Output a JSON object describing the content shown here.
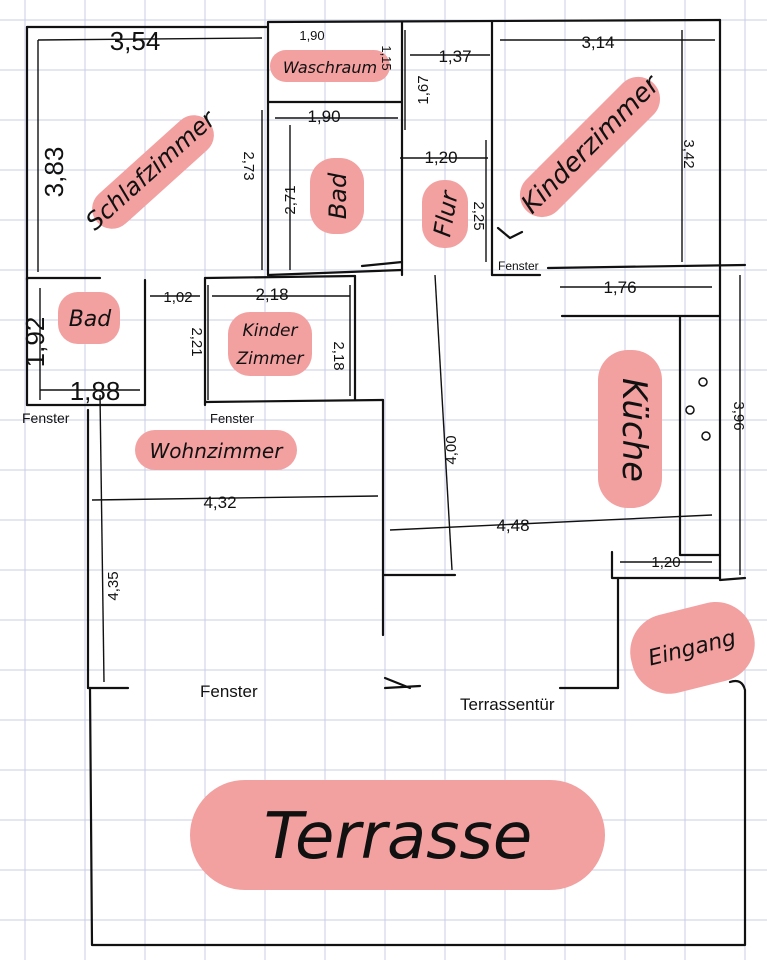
{
  "rooms": {
    "schlafzimmer": "Schlafzimmer",
    "waschraum": "Waschraum",
    "bad_top": "Bad",
    "flur": "Flur",
    "kinderzimmer_right": "Kinderzimmer",
    "bad_left": "Bad",
    "kinderzimmer_small_1": "Kinder",
    "kinderzimmer_small_2": "Zimmer",
    "kueche": "Küche",
    "wohnzimmer": "Wohnzimmer",
    "eingang": "Eingang",
    "terrasse": "Terrasse"
  },
  "dimensions": {
    "d_354": "3,54",
    "d_190_top": "1,90",
    "d_115": "1,15",
    "d_137": "1,37",
    "d_314": "3,14",
    "d_383": "3,83",
    "d_190_bad": "1,90",
    "d_273": "2,73",
    "d_271": "2,71",
    "d_167": "1,67",
    "d_120_flur": "1,20",
    "d_342": "3,42",
    "d_225": "2,25",
    "d_192": "1,92",
    "d_102": "1,02",
    "d_218_h": "2,18",
    "d_221": "2,21",
    "d_218_v": "2,18",
    "d_188": "1,88",
    "d_176": "1,76",
    "d_396": "3,96",
    "d_400": "4,00",
    "d_432": "4,32",
    "d_448": "4,48",
    "d_120_eingang": "1,20",
    "d_435": "4,35"
  },
  "labels": {
    "fenster_right": "Fenster",
    "fenster_left": "Fenster",
    "fenster_mid": "Fenster",
    "fenster_wohn": "Fenster",
    "terrassentuer": "Terrassentür"
  },
  "colors": {
    "highlight": "#f2a0a0",
    "grid": "#c9cde6",
    "ink": "#111111"
  }
}
